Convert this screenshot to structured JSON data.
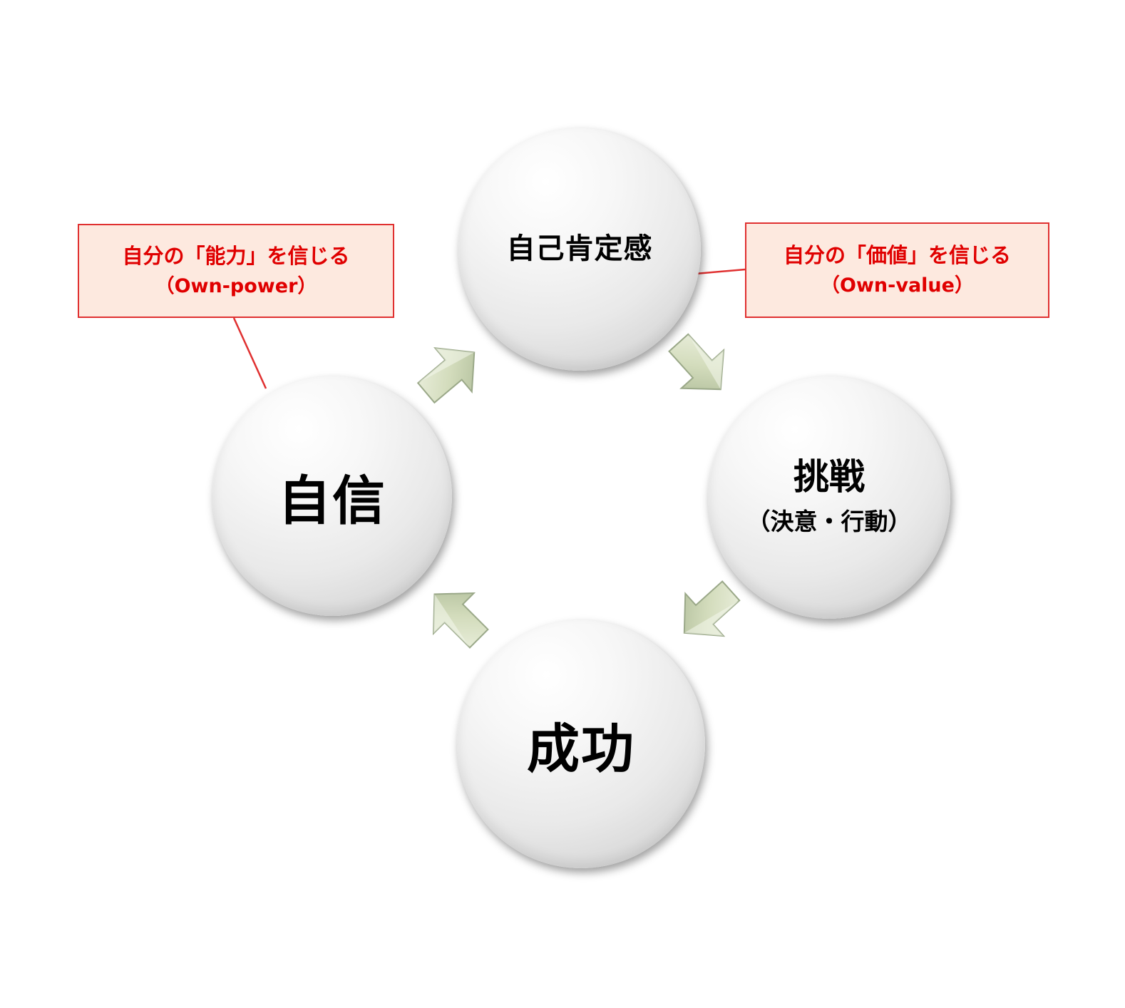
{
  "nodes": {
    "top": {
      "label": "自己肯定感"
    },
    "left": {
      "label": "自信"
    },
    "right": {
      "label": "挑戦",
      "sublabel": "（決意・行動）"
    },
    "bottom": {
      "label": "成功"
    }
  },
  "callouts": {
    "left": {
      "line1": "自分の「能力」を信じる",
      "line2": "（Own-power）"
    },
    "right": {
      "line1": "自分の「価値」を信じる",
      "line2": "（Own-value）"
    }
  },
  "colors": {
    "callout_border": "#e03030",
    "callout_fill": "#fde9df",
    "callout_text": "#e00000",
    "arrow_fill": "#d3dcbc",
    "arrow_stroke": "#9aa888"
  },
  "arrows": [
    {
      "from": "left",
      "to": "top",
      "icon": "arrow-up-right-icon"
    },
    {
      "from": "top",
      "to": "right",
      "icon": "arrow-down-right-icon"
    },
    {
      "from": "right",
      "to": "bottom",
      "icon": "arrow-down-left-icon"
    },
    {
      "from": "bottom",
      "to": "left",
      "icon": "arrow-up-left-icon"
    }
  ]
}
